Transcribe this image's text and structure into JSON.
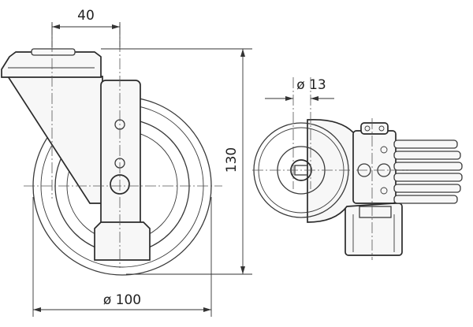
{
  "dimensions": {
    "offset_label": "40",
    "height_label": "130",
    "wheel_diameter_label": "ø 100",
    "bore_diameter_label": "ø 13"
  }
}
